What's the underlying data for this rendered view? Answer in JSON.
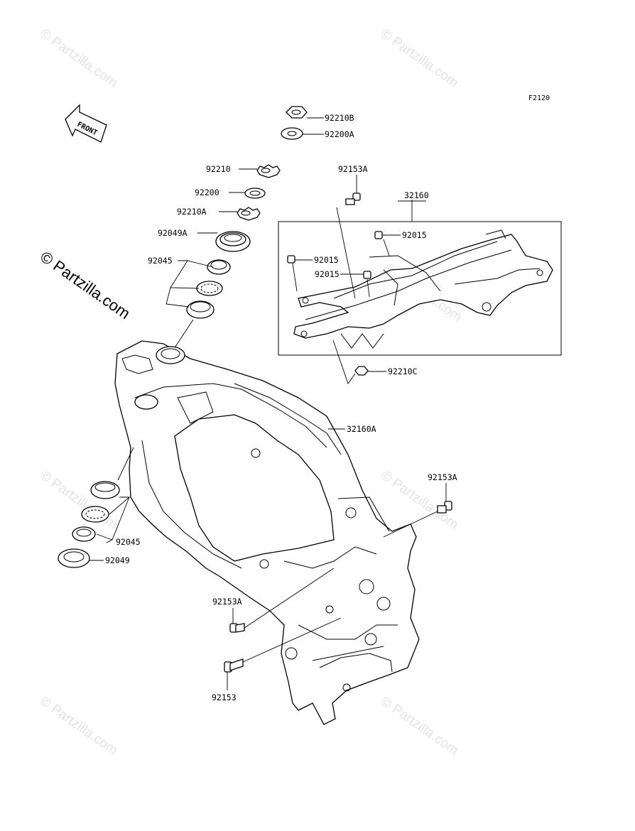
{
  "diagram_code": "F2120",
  "front_arrow_text": "FRONT",
  "watermark_small": "© Partzilla.com",
  "watermark_large": "© Partzilla.com",
  "callouts": {
    "nut_92210B": "92210B",
    "washer_92200A": "92200A",
    "nut_92210": "92210",
    "washer_92200": "92200",
    "nut_92210A": "92210A",
    "seal_92049A": "92049A",
    "bearing_upper_92045": "92045",
    "bolt_92153A_top": "92153A",
    "subframe_32160": "32160",
    "collar_92015_a": "92015",
    "collar_92015_b": "92015",
    "collar_92015_c": "92015",
    "nut_92210C": "92210C",
    "frame_32160A": "32160A",
    "bolt_92153A_right": "92153A",
    "bearing_lower_92045": "92045",
    "seal_92049": "92049",
    "bolt_92153A_left": "92153A",
    "bolt_92153": "92153"
  }
}
